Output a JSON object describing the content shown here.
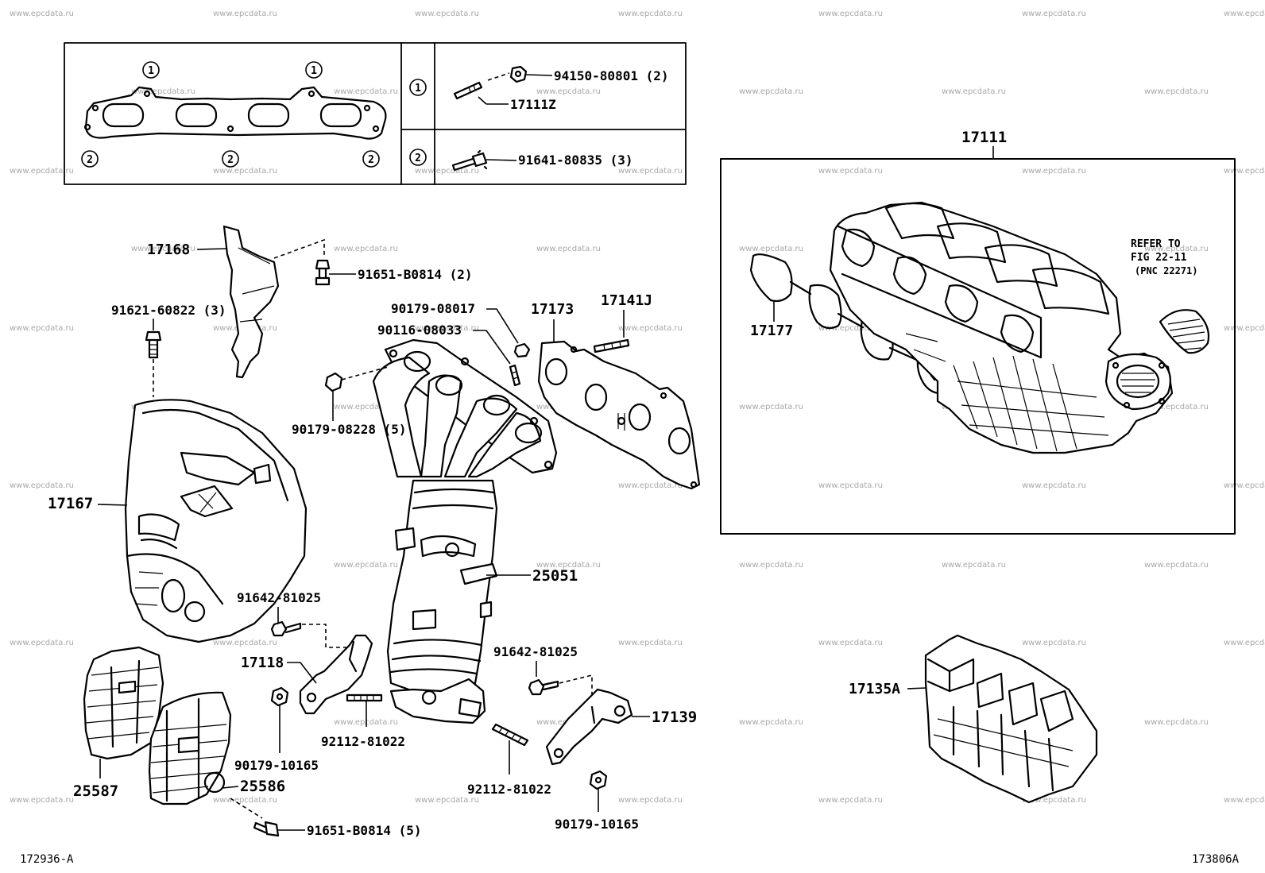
{
  "watermark": "www.epcdata.ru",
  "inset": {
    "circle_1": "1",
    "circle_2": "2",
    "row1": {
      "nut": "94150-80801 (2)",
      "stud": "17111Z"
    },
    "row2": {
      "bolt": "91641-80835 (3)"
    }
  },
  "intake_box": {
    "label": "17111",
    "gasket": "17177",
    "refer": [
      "REFER TO",
      "FIG 22-11",
      "(PNC 22271)"
    ]
  },
  "labels": {
    "p17168": "17168",
    "p91651_2": "91651-B0814 (2)",
    "p91621": "91621-60822 (3)",
    "p90179_08017": "90179-08017",
    "p90116": "90116-08033",
    "p17173": "17173",
    "p17141J": "17141J",
    "p90179_08228": "90179-08228 (5)",
    "p17167": "17167",
    "p25051": "25051",
    "p91642_a": "91642-81025",
    "p17118": "17118",
    "p91642_b": "91642-81025",
    "p17139": "17139",
    "p90179_10165_a": "90179-10165",
    "p92112_a": "92112-81022",
    "p92112_b": "92112-81022",
    "p90179_10165_b": "90179-10165",
    "p25587": "25587",
    "p25586": "25586",
    "p91651_5": "91651-B0814 (5)",
    "p17135A": "17135A"
  },
  "footer": {
    "left_code": "172936-A",
    "right_code": "173806A"
  }
}
